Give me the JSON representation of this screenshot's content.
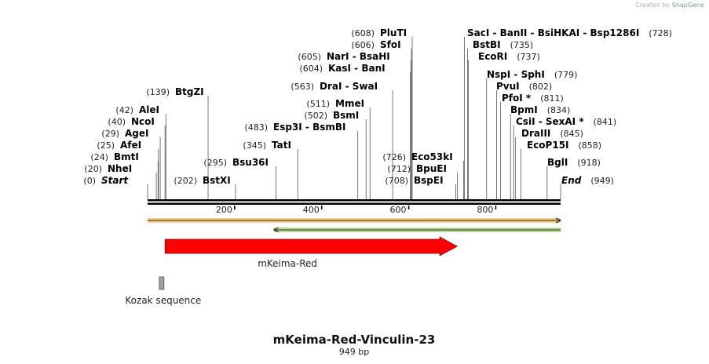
{
  "credit": {
    "prefix": "Created by",
    "brand": "SnapGene"
  },
  "map": {
    "name": "mKeima-Red-Vinculin-23",
    "length_label": "949 bp",
    "length": 949,
    "ruler_ticks": [
      {
        "pos": 200,
        "label": "200"
      },
      {
        "pos": 400,
        "label": "400"
      },
      {
        "pos": 600,
        "label": "600"
      },
      {
        "pos": 800,
        "label": "800"
      }
    ],
    "sites": [
      {
        "name": "Start",
        "pos": 0,
        "pos_label": "(0)",
        "special": true
      },
      {
        "name": "NheI",
        "pos": 20,
        "pos_label": "(20)"
      },
      {
        "name": "BmtI",
        "pos": 24,
        "pos_label": "(24)"
      },
      {
        "name": "AfeI",
        "pos": 25,
        "pos_label": "(25)"
      },
      {
        "name": "AgeI",
        "pos": 29,
        "pos_label": "(29)"
      },
      {
        "name": "NcoI",
        "pos": 40,
        "pos_label": "(40)"
      },
      {
        "name": "AleI",
        "pos": 42,
        "pos_label": "(42)"
      },
      {
        "name": "BtgZI",
        "pos": 139,
        "pos_label": "(139)"
      },
      {
        "name": "BstXI",
        "pos": 202,
        "pos_label": "(202)"
      },
      {
        "name": "Bsu36I",
        "pos": 295,
        "pos_label": "(295)"
      },
      {
        "name": "TatI",
        "pos": 345,
        "pos_label": "(345)"
      },
      {
        "name": "Esp3I - BsmBI",
        "pos": 483,
        "pos_label": "(483)"
      },
      {
        "name": "BsmI",
        "pos": 502,
        "pos_label": "(502)"
      },
      {
        "name": "MmeI",
        "pos": 511,
        "pos_label": "(511)"
      },
      {
        "name": "DraI - SwaI",
        "pos": 563,
        "pos_label": "(563)"
      },
      {
        "name": "KasI - BanI",
        "pos": 604,
        "pos_label": "(604)"
      },
      {
        "name": "NarI - BsaHI",
        "pos": 605,
        "pos_label": "(605)"
      },
      {
        "name": "SfoI",
        "pos": 606,
        "pos_label": "(606)"
      },
      {
        "name": "PluTI",
        "pos": 608,
        "pos_label": "(608)"
      },
      {
        "name": "BspEI",
        "pos": 708,
        "pos_label": "(708)"
      },
      {
        "name": "BpuEI",
        "pos": 712,
        "pos_label": "(712)"
      },
      {
        "name": "Eco53kI",
        "pos": 726,
        "pos_label": "(726)"
      },
      {
        "name": "SacI - BanII - BsiHKAI - Bsp1286I",
        "pos": 728,
        "pos_label": "(728)"
      },
      {
        "name": "BstBI",
        "pos": 735,
        "pos_label": "(735)"
      },
      {
        "name": "EcoRI",
        "pos": 737,
        "pos_label": "(737)"
      },
      {
        "name": "NspI - SphI",
        "pos": 779,
        "pos_label": "(779)"
      },
      {
        "name": "PvuI",
        "pos": 802,
        "pos_label": "(802)"
      },
      {
        "name": "PfoI *",
        "pos": 811,
        "pos_label": "(811)"
      },
      {
        "name": "BpmI",
        "pos": 834,
        "pos_label": "(834)"
      },
      {
        "name": "CsiI - SexAI *",
        "pos": 841,
        "pos_label": "(841)"
      },
      {
        "name": "DraIII",
        "pos": 845,
        "pos_label": "(845)"
      },
      {
        "name": "EcoP15I",
        "pos": 858,
        "pos_label": "(858)"
      },
      {
        "name": "BglI",
        "pos": 918,
        "pos_label": "(918)"
      },
      {
        "name": "End",
        "pos": 949,
        "pos_label": "(949)",
        "special": true
      }
    ],
    "features": [
      {
        "label": "mKeima-Red",
        "start": 40,
        "end": 711,
        "color": "#ff0000",
        "type": "cds"
      },
      {
        "label": "Kozak sequence",
        "start": 34,
        "end": 43,
        "color": "#a0a0a0",
        "type": "box"
      }
    ],
    "orfs": [
      {
        "start": 0,
        "end": 949,
        "direction": "forward",
        "color": "#f5a623"
      },
      {
        "start": 290,
        "end": 949,
        "direction": "reverse",
        "color": "#7ec23a"
      }
    ]
  }
}
